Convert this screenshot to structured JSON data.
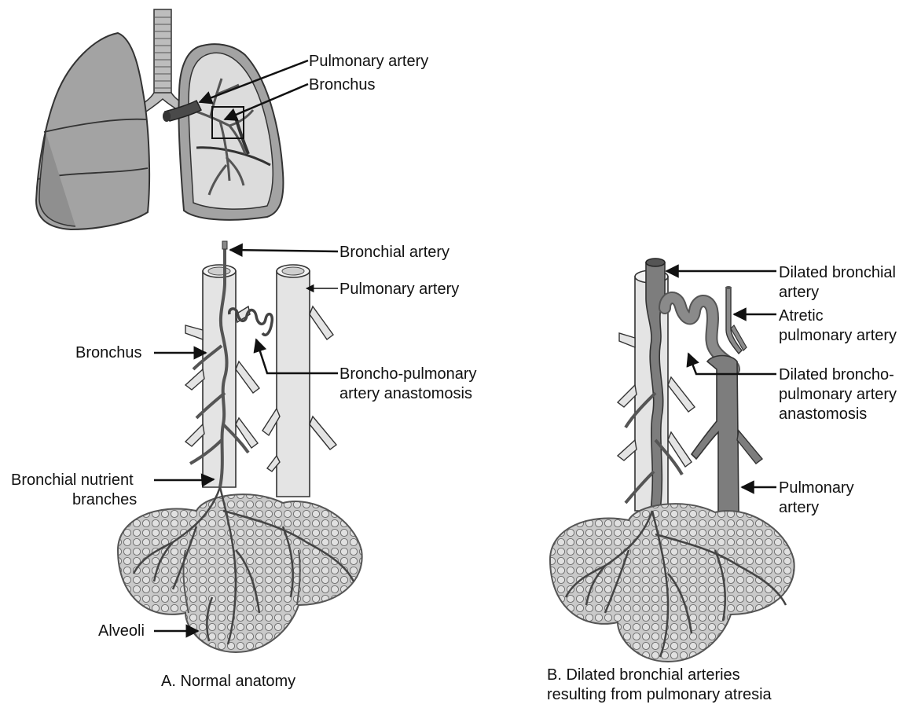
{
  "colors": {
    "lung_fill": "#9a9a9a",
    "lung_dark": "#6e6e6e",
    "bronchus_fill": "#e4e4e4",
    "artery_fill": "#d9d9d9",
    "dilated_fill": "#7d7d7d",
    "alveoli_fill": "#cfcfcf",
    "line": "#222222"
  },
  "top_figure": {
    "labels": {
      "pulmonary_artery": "Pulmonary artery",
      "bronchus": "Bronchus"
    }
  },
  "panel_a": {
    "labels": {
      "bronchial_artery": "Bronchial artery",
      "pulmonary_artery": "Pulmonary artery",
      "bronchus": "Bronchus",
      "anastomosis_1": "Broncho-pulmonary",
      "anastomosis_2": "artery anastomosis",
      "nutrient_1": "Bronchial nutrient",
      "nutrient_2": "branches",
      "alveoli": "Alveoli"
    },
    "caption": "A. Normal anatomy"
  },
  "panel_b": {
    "labels": {
      "dilated_bronchial_1": "Dilated bronchial",
      "dilated_bronchial_2": "artery",
      "atretic_1": "Atretic",
      "atretic_2": "pulmonary artery",
      "dilated_anast_1": "Dilated broncho-",
      "dilated_anast_2": "pulmonary artery",
      "dilated_anast_3": "anastomosis",
      "pulmonary_1": "Pulmonary",
      "pulmonary_2": "artery"
    },
    "caption_1": "B. Dilated bronchial arteries",
    "caption_2": "resulting from pulmonary atresia"
  }
}
